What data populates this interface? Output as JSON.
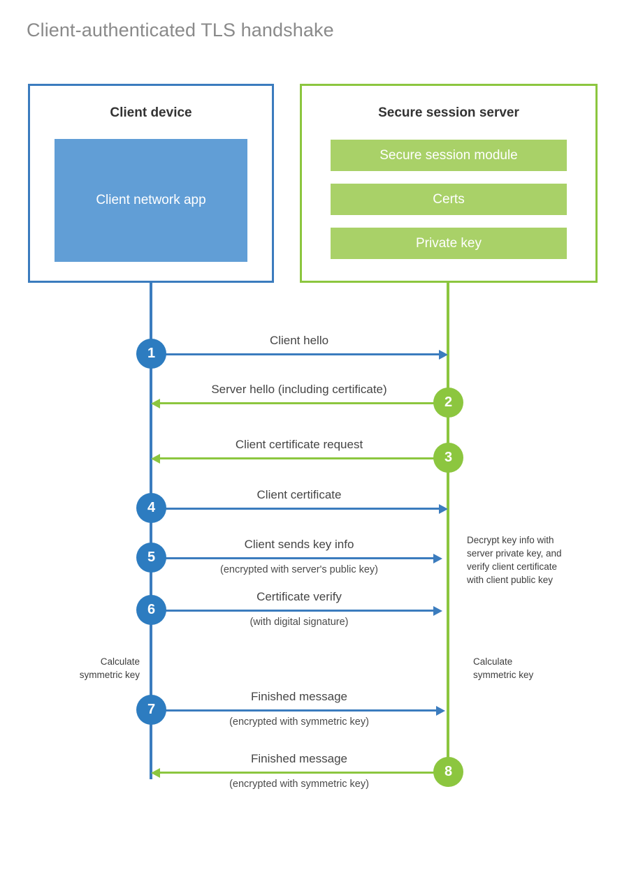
{
  "title": "Client-authenticated TLS handshake",
  "colors": {
    "client_blue": "#3b7cbe",
    "client_circle_blue": "#2d7cc0",
    "client_app_blue": "#619ed6",
    "server_green": "#8cc63f",
    "server_block_green": "#a9d168",
    "title_gray": "#8a8a8a",
    "text_dark": "#333333",
    "background": "#ffffff"
  },
  "client": {
    "title": "Client device",
    "blocks": [
      {
        "label": "Client network app"
      }
    ]
  },
  "server": {
    "title": "Secure session server",
    "blocks": [
      {
        "label": "Secure session module"
      },
      {
        "label": "Certs"
      },
      {
        "label": "Private key"
      }
    ]
  },
  "messages": [
    {
      "step": "1",
      "label": "Client hello",
      "sublabel": "",
      "direction": "client-to-server",
      "color": "blue"
    },
    {
      "step": "2",
      "label": "Server hello (including certificate)",
      "sublabel": "",
      "direction": "server-to-client",
      "color": "green"
    },
    {
      "step": "3",
      "label": "Client certificate request",
      "sublabel": "",
      "direction": "server-to-client",
      "color": "green"
    },
    {
      "step": "4",
      "label": "Client certificate",
      "sublabel": "",
      "direction": "client-to-server",
      "color": "blue"
    },
    {
      "step": "5",
      "label": "Client sends key info",
      "sublabel": "(encrypted with server's public key)",
      "direction": "client-to-server",
      "color": "blue"
    },
    {
      "step": "6",
      "label": "Certificate verify",
      "sublabel": "(with digital signature)",
      "direction": "client-to-server",
      "color": "blue"
    },
    {
      "step": "7",
      "label": "Finished message",
      "sublabel": "(encrypted with symmetric key)",
      "direction": "client-to-server",
      "color": "blue"
    },
    {
      "step": "8",
      "label": "Finished message",
      "sublabel": "(encrypted with symmetric key)",
      "direction": "server-to-client",
      "color": "green"
    }
  ],
  "notes": {
    "server_decrypt": "Decrypt key info with\nserver private key, and\nverify client certificate\nwith client public key",
    "client_calculate": "Calculate\nsymmetric key",
    "server_calculate": "Calculate\nsymmetric key"
  }
}
